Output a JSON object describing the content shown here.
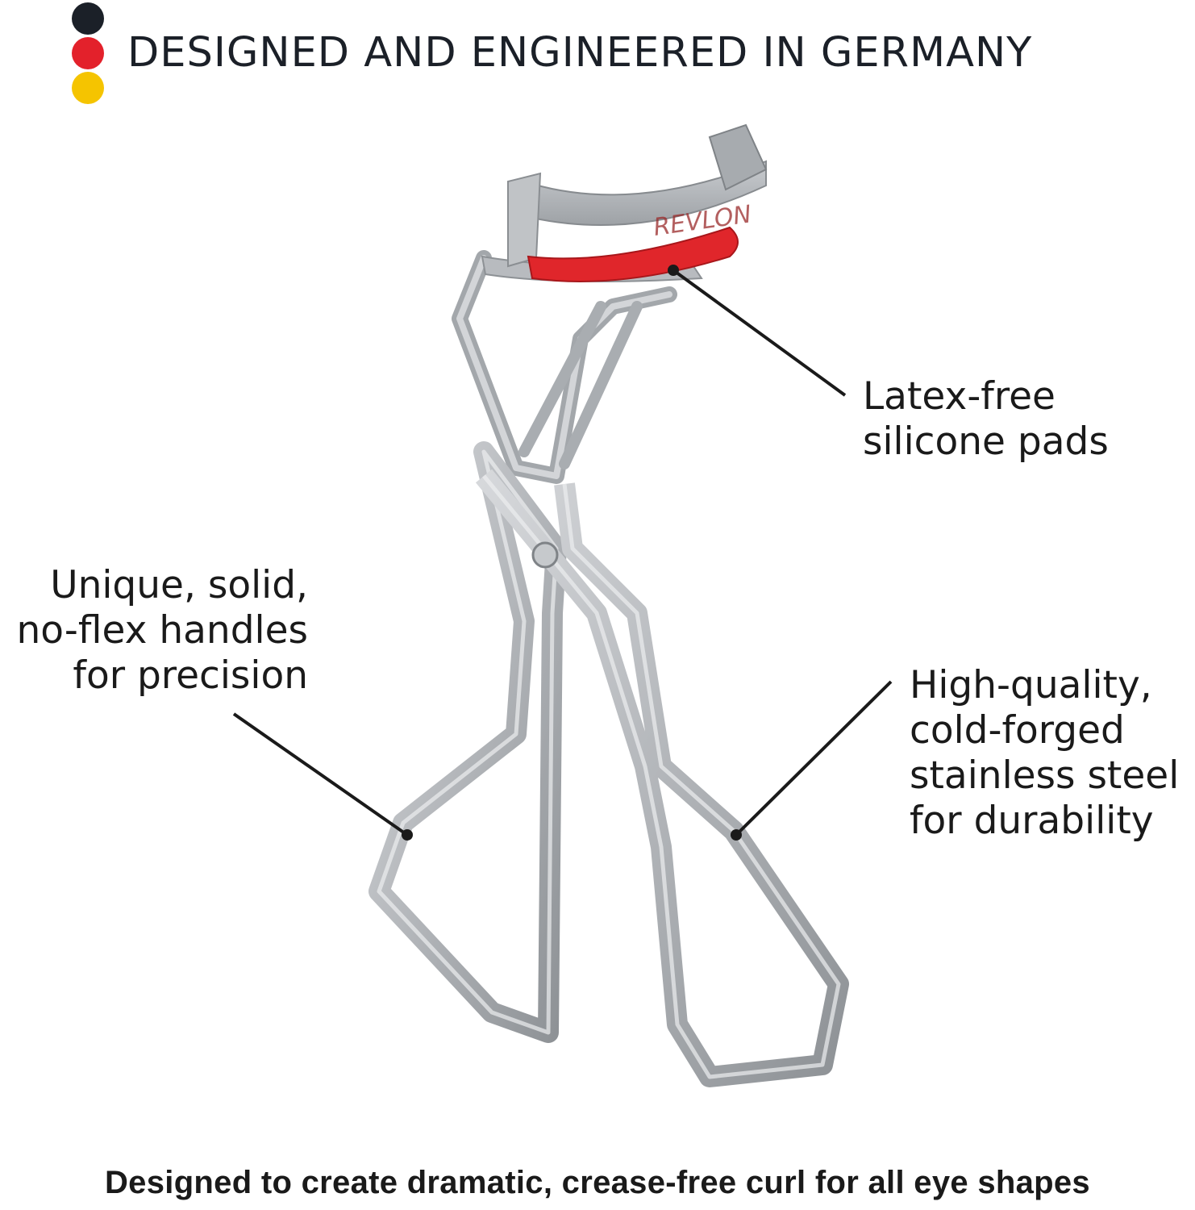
{
  "header": {
    "headline": "DESIGNED AND ENGINEERED IN GERMANY",
    "flag_colors": [
      "#1b2028",
      "#e3212b",
      "#f5c400"
    ]
  },
  "product": {
    "brand_text": "REVLON",
    "pad_color": "#e0262b",
    "metal_color": "#b9bcc0"
  },
  "callouts": {
    "pads": [
      "Latex-free",
      "silicone pads"
    ],
    "handles": [
      "Unique, solid,",
      "no-flex handles",
      "for precision"
    ],
    "steel": [
      "High-quality,",
      "cold-forged",
      "stainless steel",
      "for durability"
    ]
  },
  "footer": {
    "tagline": "Designed to create dramatic, crease-free curl for all eye shapes"
  }
}
